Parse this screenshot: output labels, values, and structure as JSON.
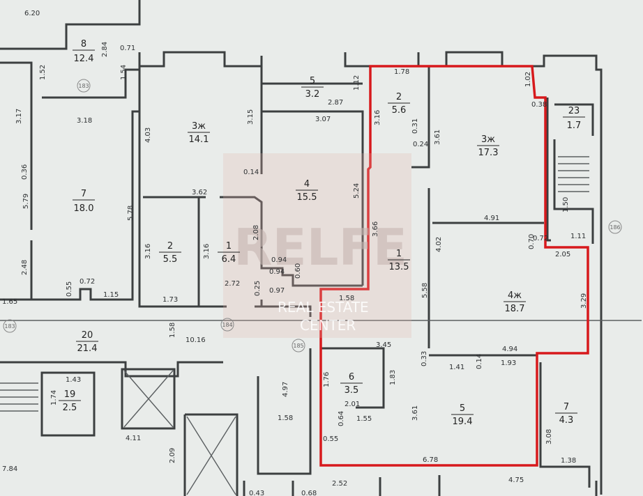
{
  "watermark": {
    "logo": "RELFE",
    "line1": "REAL ESTATE",
    "line2": "CENTER"
  },
  "rooms": [
    {
      "num": "8",
      "area": "12.4"
    },
    {
      "num": "7",
      "area": "18.0"
    },
    {
      "num": "3ж",
      "area": "14.1"
    },
    {
      "num": "2",
      "area": "5.5"
    },
    {
      "num": "1",
      "area": "6.4"
    },
    {
      "num": "5",
      "area": "3.2"
    },
    {
      "num": "4",
      "area": "15.5"
    },
    {
      "num": "2",
      "area": "5.6"
    },
    {
      "num": "3ж",
      "area": "17.3"
    },
    {
      "num": "1",
      "area": "13.5"
    },
    {
      "num": "4ж",
      "area": "18.7"
    },
    {
      "num": "6",
      "area": "3.5"
    },
    {
      "num": "5",
      "area": "19.4"
    },
    {
      "num": "23",
      "area": "1.7"
    },
    {
      "num": "7",
      "area": "4.3"
    },
    {
      "num": "20",
      "area": "21.4"
    },
    {
      "num": "19",
      "area": "2.5"
    }
  ],
  "dims": [
    "6.20",
    "2.84",
    "0.71",
    "1.52",
    "1.54",
    "3.17",
    "0.36",
    "5.79",
    "2.48",
    "1.65",
    "0.55",
    "0.72",
    "1.15",
    "3.18",
    "4.03",
    "5.78",
    "3.62",
    "3.15",
    "0.14",
    "3.16",
    "3.16",
    "1.73",
    "2.08",
    "2.72",
    "0.25",
    "0.97",
    "0.94",
    "0.94",
    "0.60",
    "1.12",
    "2.87",
    "3.07",
    "5.24",
    "1.78",
    "3.16",
    "0.31",
    "0.24",
    "3.61",
    "1.02",
    "0.38",
    "4.91",
    "3.66",
    "1.58",
    "5.58",
    "4.02",
    "0.72",
    "0.70",
    "2.05",
    "3.29",
    "4.94",
    "3.45",
    "0.33",
    "1.41",
    "0.14",
    "1.93",
    "1.76",
    "1.83",
    "2.01",
    "0.64",
    "1.55",
    "0.55",
    "3.61",
    "6.78",
    "1.50",
    "1.11",
    "3.08",
    "1.38",
    "4.75",
    "2.52",
    "1.58",
    "10.16",
    "1.43",
    "1.74",
    "4.11",
    "2.09",
    "4.97",
    "1.58",
    "7.84",
    "0.68",
    "0.43"
  ],
  "axes": [
    "183",
    "183",
    "184",
    "185",
    "186"
  ],
  "colors": {
    "highlight": "#d7191c",
    "wall": "#3c3f40",
    "background": "#e9ecea"
  }
}
